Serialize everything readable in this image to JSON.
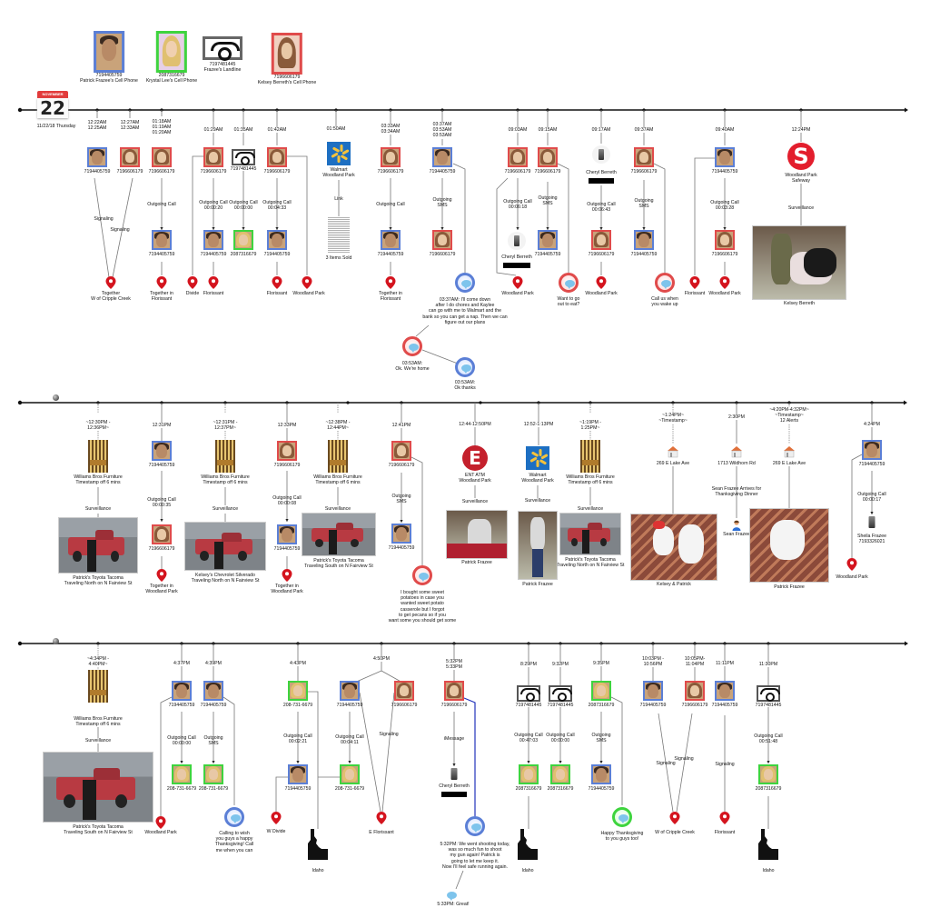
{
  "legend": [
    {
      "id": "patrick",
      "phone": "7194405759",
      "label": "Patrick Frazee's Cell Phone",
      "color": "#5b7fd6",
      "kind": "person-blue"
    },
    {
      "id": "krystal",
      "phone": "2087316679",
      "label": "Krystal Lee's Cell Phone",
      "color": "#3ed43e",
      "kind": "person-green"
    },
    {
      "id": "landline",
      "phone": "7197481445",
      "label": "Frazee's Landline",
      "color": "#666666",
      "kind": "landline"
    },
    {
      "id": "kelsey",
      "phone": "7196606179",
      "label": "Kelsey Berreth's Cell Phone",
      "color": "#e04b4b",
      "kind": "person-red"
    }
  ],
  "date": {
    "month": "NOVEMBER",
    "day": "22",
    "caption": "11/22/18 Thursday"
  },
  "colors": {
    "patrick": "#5b7fd6",
    "kelsey": "#e04b4b",
    "krystal": "#3ed43e",
    "landline": "#666666",
    "pin": "#d4141e",
    "imessage": "#2233bb"
  },
  "row1": {
    "events": [
      {
        "time": "12:22AM\n12:25AM",
        "from": "7194405759",
        "link": "Signaling",
        "location": "Together\nW of Cripple Creek"
      },
      {
        "time": "12:27AM\n12:33AM",
        "from": "7196606179",
        "link": "Signaling"
      },
      {
        "time": "01:18AM\n01:19AM\n01:20AM",
        "from": "7196606179",
        "link": "Outgoing Call",
        "to": "7194405759",
        "location": "Together in\nFlorissant"
      },
      {
        "time": "01:29AM",
        "from": "7196606179",
        "link": "Outgoing Call\n00:00:20",
        "to": "7194405759",
        "location": "Florissant",
        "side_location": "Divide"
      },
      {
        "time": "01:35AM",
        "from": "7197481445",
        "link": "Outgoing Call\n00:00:00",
        "to": "2087316679"
      },
      {
        "time": "01:42AM",
        "from": "7196606179",
        "link": "Outgoing Call\n00:04:33",
        "to": "7194405759",
        "location": "Florissant",
        "side_location": "Woodland Park"
      },
      {
        "time": "01:50AM",
        "place": "Walmart\nWoodland Park",
        "link": "Link",
        "caption": "3 Items Sold"
      },
      {
        "time": "03:33AM\n03:34AM",
        "from": "7196606179",
        "link": "Outgoing Call",
        "to": "7194405759",
        "location": "Together in\nFlorissant"
      },
      {
        "time": "03:37AM\n03:53AM\n03:53AM",
        "from": "7194405759",
        "link": "Outgoing\nSMS",
        "to": "7196606179",
        "message": "03:37AM: I'll come down\nafter I do chores and Kaylee\ncan go with me to Walmart and the\nbank so you can get a nap. Then we can\nfigure out our plans",
        "replies": [
          "03:53AM:\nOk. We're home",
          "03:53AM:\nOk thanks"
        ]
      },
      {
        "time": "09:03AM",
        "from": "7196606179",
        "link": "Outgoing Call\n00:06:18",
        "to_name": "Cheryl Berreth",
        "location": "Woodland Park"
      },
      {
        "time": "09:15AM",
        "from": "7196606179",
        "link": "Outgoing\nSMS",
        "to": "7194405759",
        "message": "Want to go\nout to eat?"
      },
      {
        "time": "09:17AM",
        "from_name": "Cheryl Berreth",
        "link": "Outgoing Call\n00:06:43",
        "to": "7196606179",
        "location": "Woodland Park"
      },
      {
        "time": "09:37AM",
        "from": "7196606179",
        "link": "Outgoing\nSMS",
        "to": "7194405759",
        "message": "Call us when\nyou wake up"
      },
      {
        "time": "09:40AM",
        "from": "7194405759",
        "link": "Outgoing Call\n00:03:28",
        "to": "7196606179",
        "location": "Woodland Park",
        "side_location": "Florissant"
      },
      {
        "time": "12:24PM",
        "place": "Woodland Park\nSafeway",
        "link": "Surveillance",
        "caption": "Kelsey Berreth"
      }
    ]
  },
  "row2": {
    "events": [
      {
        "time": "~12:30PM -\n12:36PM~",
        "place": "Williams Bros Furniture\nTimestamp off 6 mins",
        "link": "Surveillance",
        "caption": "Patrick's Toyota Tacoma\nTraveling North on N Fairview St"
      },
      {
        "time": "12:31PM",
        "from": "7194405759",
        "link": "Outgoing Call\n00:00:35",
        "to": "7196606179",
        "location": "Together in\nWoodland Park"
      },
      {
        "time": "~12:31PM -\n12:37PM~",
        "place": "Williams Bros Furniture\nTimestamp off 6 mins",
        "link": "Surveillance",
        "caption": "Kelsey's Chevrolet Silverado\nTraveling North on N Fairview St"
      },
      {
        "time": "12:33PM",
        "from": "7196606179",
        "link": "Outgoing Call\n00:00:08",
        "to": "7194405759",
        "location": "Together in\nWoodland Park"
      },
      {
        "time": "~12:38PM -\n12:44PM~",
        "place": "Williams Bros Furniture\nTimestamp off 6 mins",
        "link": "Surveillance",
        "caption": "Patrick's Toyota Tacoma\nTraveling South on N Fairview St"
      },
      {
        "time": "12:41PM",
        "from": "7196606179",
        "link": "Outgoing\nSMS",
        "to": "7194405759",
        "message": "I bought some sweet\npotatoes in case you\nwanted sweet potato\ncasserole but I forgot\nto get pecans so if you\nwant some you should get some"
      },
      {
        "time": "12:44-12:50PM",
        "place": "ENT ATM\nWoodland Park",
        "link": "Surveillance",
        "caption": "Patrick Frazee"
      },
      {
        "time": "12:52-1:13PM",
        "place": "Walmart\nWoodland Park",
        "link": "Surveillance",
        "caption": "Patrick Frazee"
      },
      {
        "time": "~1:19PM -\n1:25PM~",
        "place": "Williams Bros Furniture\nTimestamp off 6 mins",
        "link": "Surveillance",
        "caption": "Patrick's Toyota Tacoma\nTraveling North on N Fairview St"
      },
      {
        "time": "~1:24PM~\n~Timestamp~",
        "place": "269 E Lake Ave",
        "caption": "Kelsey & Patrick"
      },
      {
        "time": "2:30PM",
        "place": "1713 Wildhorn Rd",
        "link": "Sean Frazee Arrives for\nThanksgiving Dinner",
        "caption": "Sean Frazee"
      },
      {
        "time": "~4:20PM-4:32PM~\n~Timestamp~\n12 Alerts",
        "place": "269 E Lake Ave",
        "caption": "Patrick Frazee"
      },
      {
        "time": "4:24PM",
        "from": "7194405759",
        "link": "Outgoing Call\n00:00:17",
        "to_name": "Sheila Frazee\n7193326021",
        "side_location": "Woodland Park"
      }
    ]
  },
  "row3": {
    "events": [
      {
        "time": "~4:34PM -\n4:40PM~",
        "place": "Williams Bros Furniture\nTimestamp off 6 mins",
        "link": "Surveillance",
        "caption": "Patrick's Toyota Tacoma\nTraveling South on N Fairview St"
      },
      {
        "time": "4:37PM",
        "from": "7194405759",
        "link": "Outgoing Call\n00:00:00",
        "to": "208-731-6679",
        "side_location": "Woodland Park"
      },
      {
        "time": "4:39PM",
        "from": "7194405759",
        "link": "Outgoing\nSMS",
        "to": "208-731-6679",
        "message": "Calling to wish\nyou guys a happy\nThanksgiving! Call\nme when you can"
      },
      {
        "time": "4:43PM",
        "from": "208-731-6679",
        "link": "Outgoing Call\n00:02:21",
        "to": "7194405759",
        "side_location": "W Divide",
        "region": "Idaho"
      },
      {
        "time": "4:50PM",
        "from": "7194405759",
        "link": "Outgoing Call\n00:04:11",
        "to": "208-731-6679",
        "second": "7196606179",
        "signal": "Signaling",
        "location": "E Florissant"
      },
      {
        "time": "5:32PM\n5:33PM",
        "from": "7196606179",
        "link": "iMessage",
        "to_name": "Cheryl Berreth",
        "message": "5:32PM: We went shooting today,\nwas so much fun to shoot\nmy gun again! Patrick is\ngoing to let me keep it.\nNow I'll feel safe running again.",
        "reply": "5:33PM: Great!"
      },
      {
        "time": "8:29PM",
        "from": "7197481445",
        "link": "Outgoing Call\n00:47:03",
        "to": "2087316679",
        "region": "Idaho"
      },
      {
        "time": "9:32PM",
        "from": "7197481445",
        "link": "Outgoing Call\n00:00:00",
        "to": "2087316679"
      },
      {
        "time": "9:35PM",
        "from": "2087316679",
        "link": "Outgoing\nSMS",
        "to": "7194405759",
        "message": "Happy Thanksgiving\nto you guys too!"
      },
      {
        "time": "10:03PM -\n10:56PM",
        "from": "7194405759",
        "link": "Signaling",
        "location": "W of Cripple Creek"
      },
      {
        "time": "10:05PM-\n11:04PM",
        "from": "7196606179",
        "link": "Signaling"
      },
      {
        "time": "11:11PM",
        "from": "7194405759",
        "link": "Signaling",
        "location": "Florissant"
      },
      {
        "time": "11:30PM",
        "from": "7197481445",
        "link": "Outgoing Call\n00:51:48",
        "to": "2087316679",
        "region": "Idaho"
      }
    ]
  }
}
